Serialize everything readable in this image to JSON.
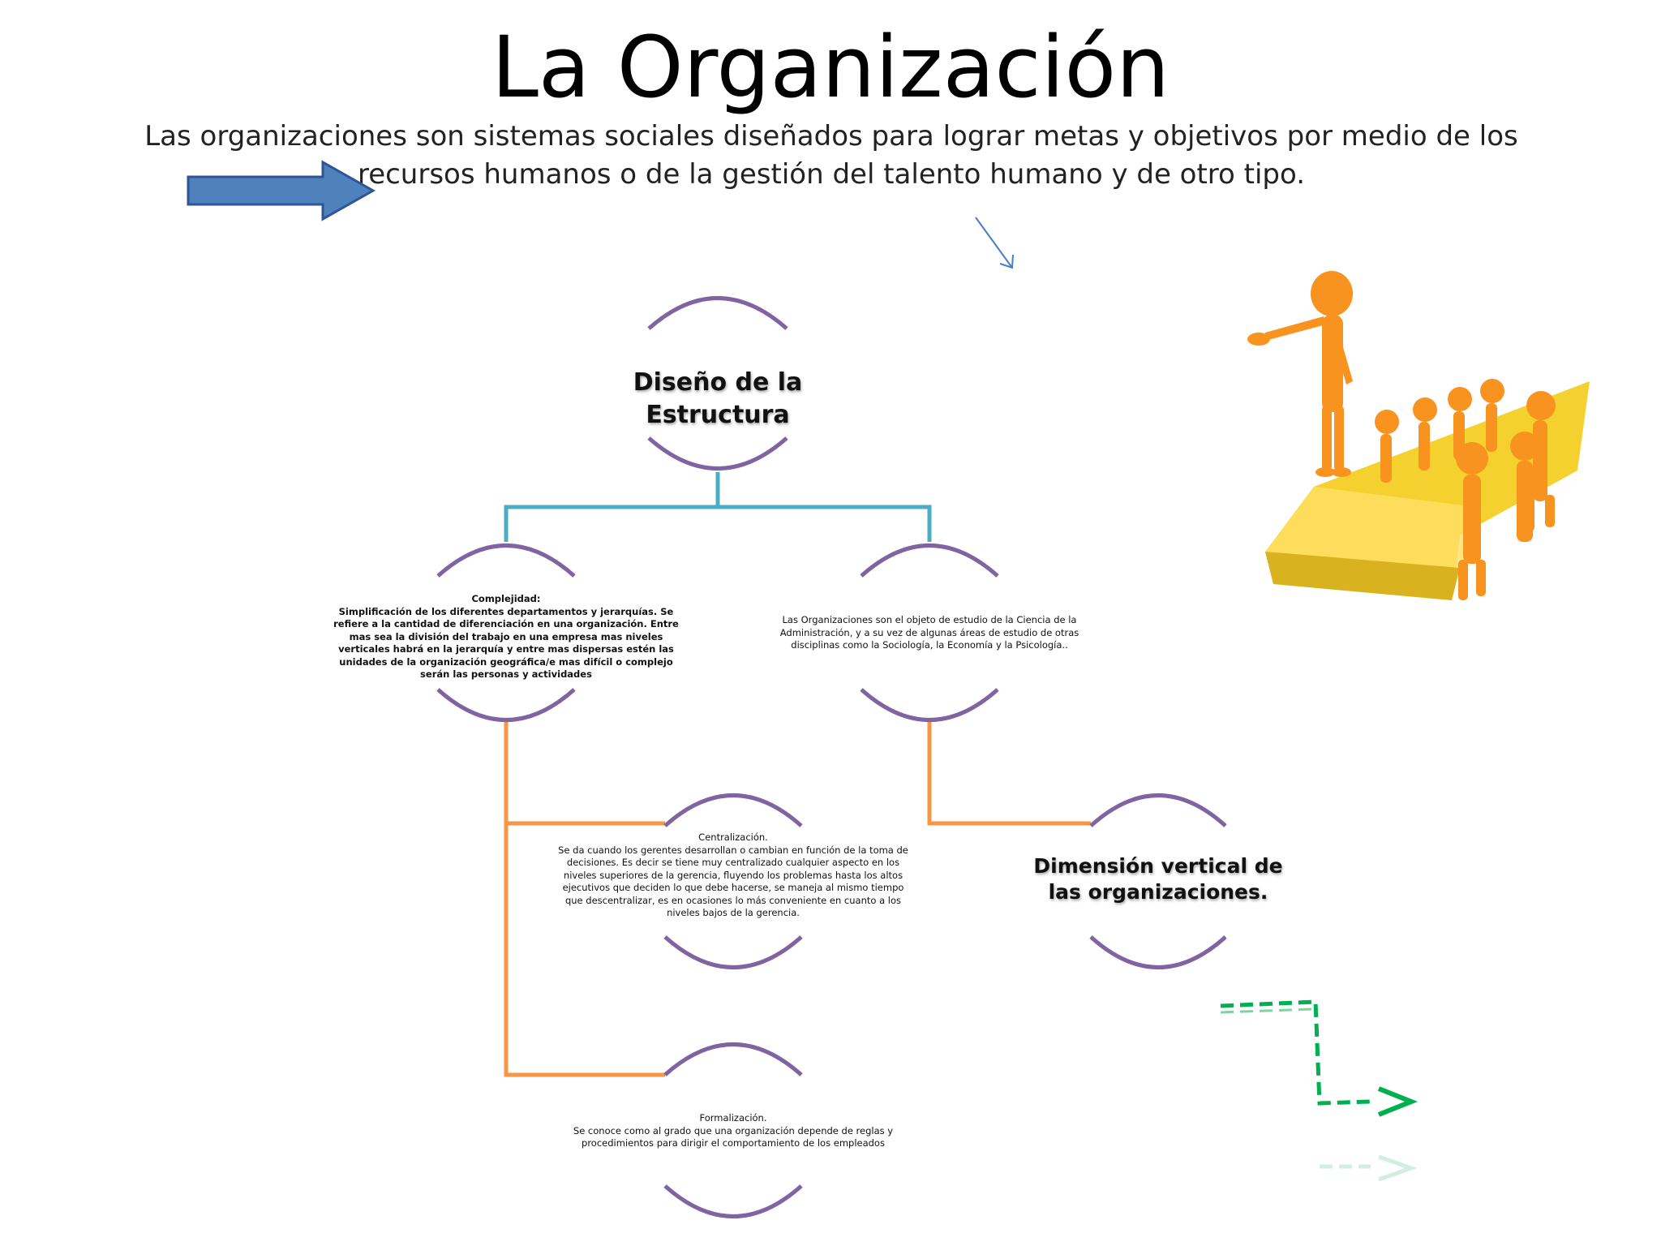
{
  "slide": {
    "title": "La Organización",
    "subtitle": "Las organizaciones son sistemas sociales diseñados para lograr metas y objetivos por medio de los recursos humanos o de la gestión del talento humano y de otro tipo."
  },
  "nodes": {
    "root": {
      "text": "Diseño  de la Estructura"
    },
    "complejidad": {
      "heading": "Complejidad:",
      "text": "Simplificación de los diferentes departamentos y jerarquías. Se refiere a la cantidad de diferenciación en una organización. Entre mas sea la división del trabajo en una empresa mas niveles verticales habrá en la jerarquía y entre mas dispersas estén las unidades de la organización geográfica/e mas difícil o complejo serán las personas y actividades"
    },
    "organizaciones": {
      "text": "Las Organizaciones son el objeto de estudio de la Ciencia de la Administración, y a su vez de algunas áreas de estudio de otras disciplinas como la Sociología, la Economía y la Psicología.."
    },
    "centralizacion": {
      "heading": "Centralización.",
      "text": "Se da cuando los gerentes desarrollan o cambian en función de la toma de decisiones. Es decir se tiene muy centralizado cualquier aspecto en los niveles superiores de la gerencia, fluyendo los problemas hasta los altos ejecutivos que deciden lo que debe hacerse, se maneja al mismo tiempo que descentralizar, es en ocasiones lo más conveniente en cuanto a los niveles bajos de la gerencia."
    },
    "dimension": {
      "text": "Dimensión vertical de las organizaciones."
    },
    "formalizacion": {
      "heading": "Formalización.",
      "text": "Se conoce como al grado que una organización depende de reglas y procedimientos para dirigir el comportamiento de los empleados"
    }
  },
  "colors": {
    "arc": "#8064a2",
    "connector_top": "#4bacc6",
    "connector_lower": "#f79646",
    "arrow_blue": "#4f81bd",
    "arrow_green": "#00b050",
    "figure": "#f7931e",
    "platform": "#f5d130"
  },
  "icons": {
    "big_arrow": "block-arrow-right-icon",
    "small_arrow": "thin-arrow-icon",
    "dashed_arrow": "dashed-arrow-icon",
    "illustration": "leader-pointing-illustration"
  }
}
